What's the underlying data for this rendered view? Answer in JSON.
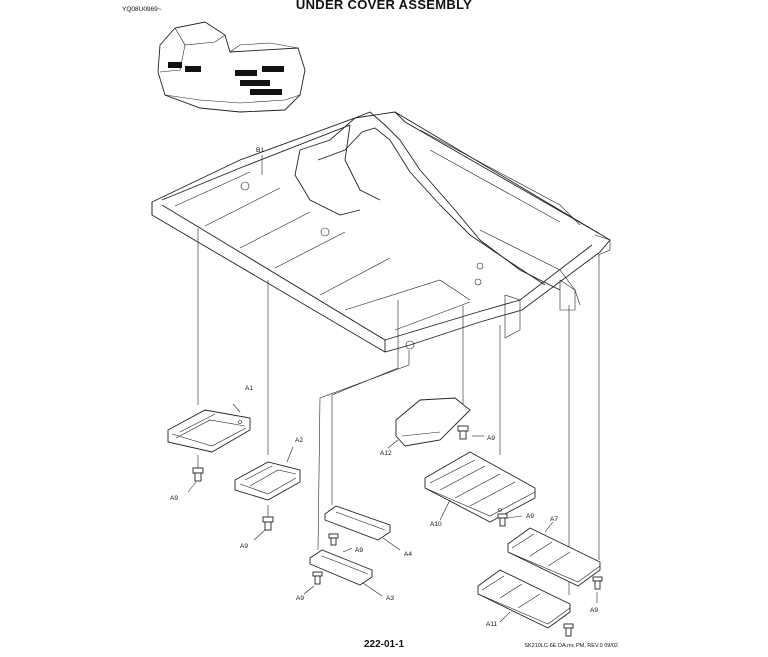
{
  "title": "UNDER COVER ASSEMBLY",
  "ref_code": "YQ08U0969~",
  "page_number": "222-01-1",
  "footer": "SK210LC-6E DA.mc PM,  REV.0 09/02",
  "callouts": {
    "B1": "B1",
    "A1": "A1",
    "A2": "A2",
    "A3": "A3",
    "A4": "A4",
    "A7": "A7",
    "A9": "A9",
    "A10": "A10",
    "A11": "A11",
    "A12": "A12"
  }
}
